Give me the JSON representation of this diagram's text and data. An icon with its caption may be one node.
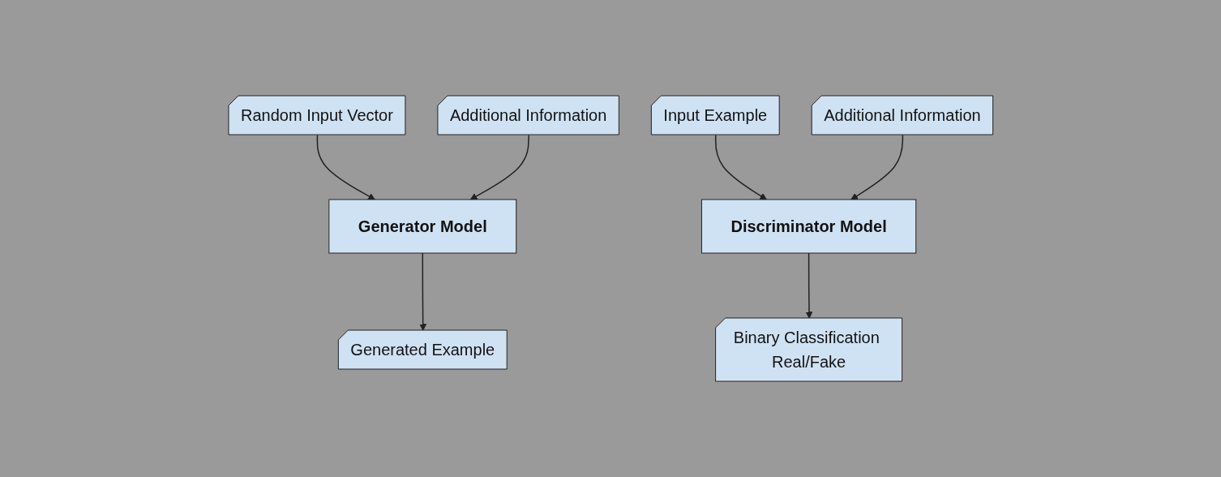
{
  "diagram": {
    "nodes": [
      {
        "text": [
          "Random Input Vector"
        ]
      },
      {
        "text": [
          "Additional Information"
        ]
      },
      {
        "text": [
          "Generator Model"
        ]
      },
      {
        "text": [
          "Generated Example"
        ]
      },
      {
        "text": [
          "Input Example"
        ]
      },
      {
        "text": [
          "Additional Information"
        ]
      },
      {
        "text": [
          "Discriminator Model"
        ]
      },
      {
        "text": [
          "Binary Classification Real/Fake"
        ]
      }
    ],
    "edges": [
      {
        "from": 0,
        "to": 2,
        "arrow": "to"
      },
      {
        "from": 1,
        "to": 2,
        "arrow": "to"
      },
      {
        "from": 2,
        "to": 3,
        "arrow": "to"
      },
      {
        "from": 4,
        "to": 6,
        "arrow": "to"
      },
      {
        "from": 5,
        "to": 6,
        "arrow": "to"
      },
      {
        "from": 6,
        "to": 7,
        "arrow": "to"
      }
    ]
  }
}
